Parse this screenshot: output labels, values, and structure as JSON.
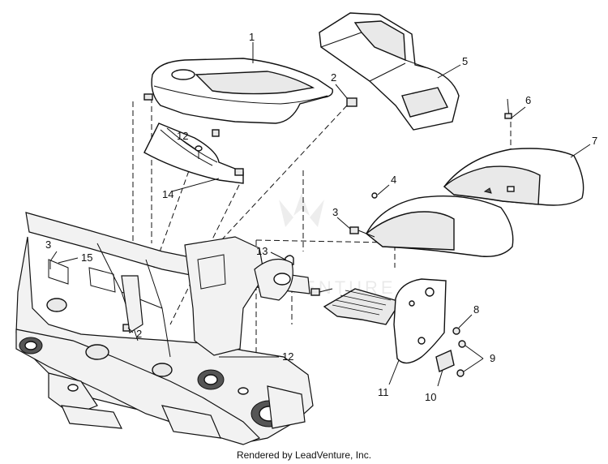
{
  "diagram": {
    "callouts": [
      "1",
      "2",
      "3",
      "4",
      "5",
      "6",
      "7",
      "8",
      "9",
      "10",
      "11",
      "12",
      "13",
      "14",
      "15"
    ],
    "extra_callouts": [
      "2",
      "3",
      "12"
    ],
    "watermark": "LEADVENTURE"
  },
  "footer": {
    "credit": "Rendered by LeadVenture, Inc."
  }
}
